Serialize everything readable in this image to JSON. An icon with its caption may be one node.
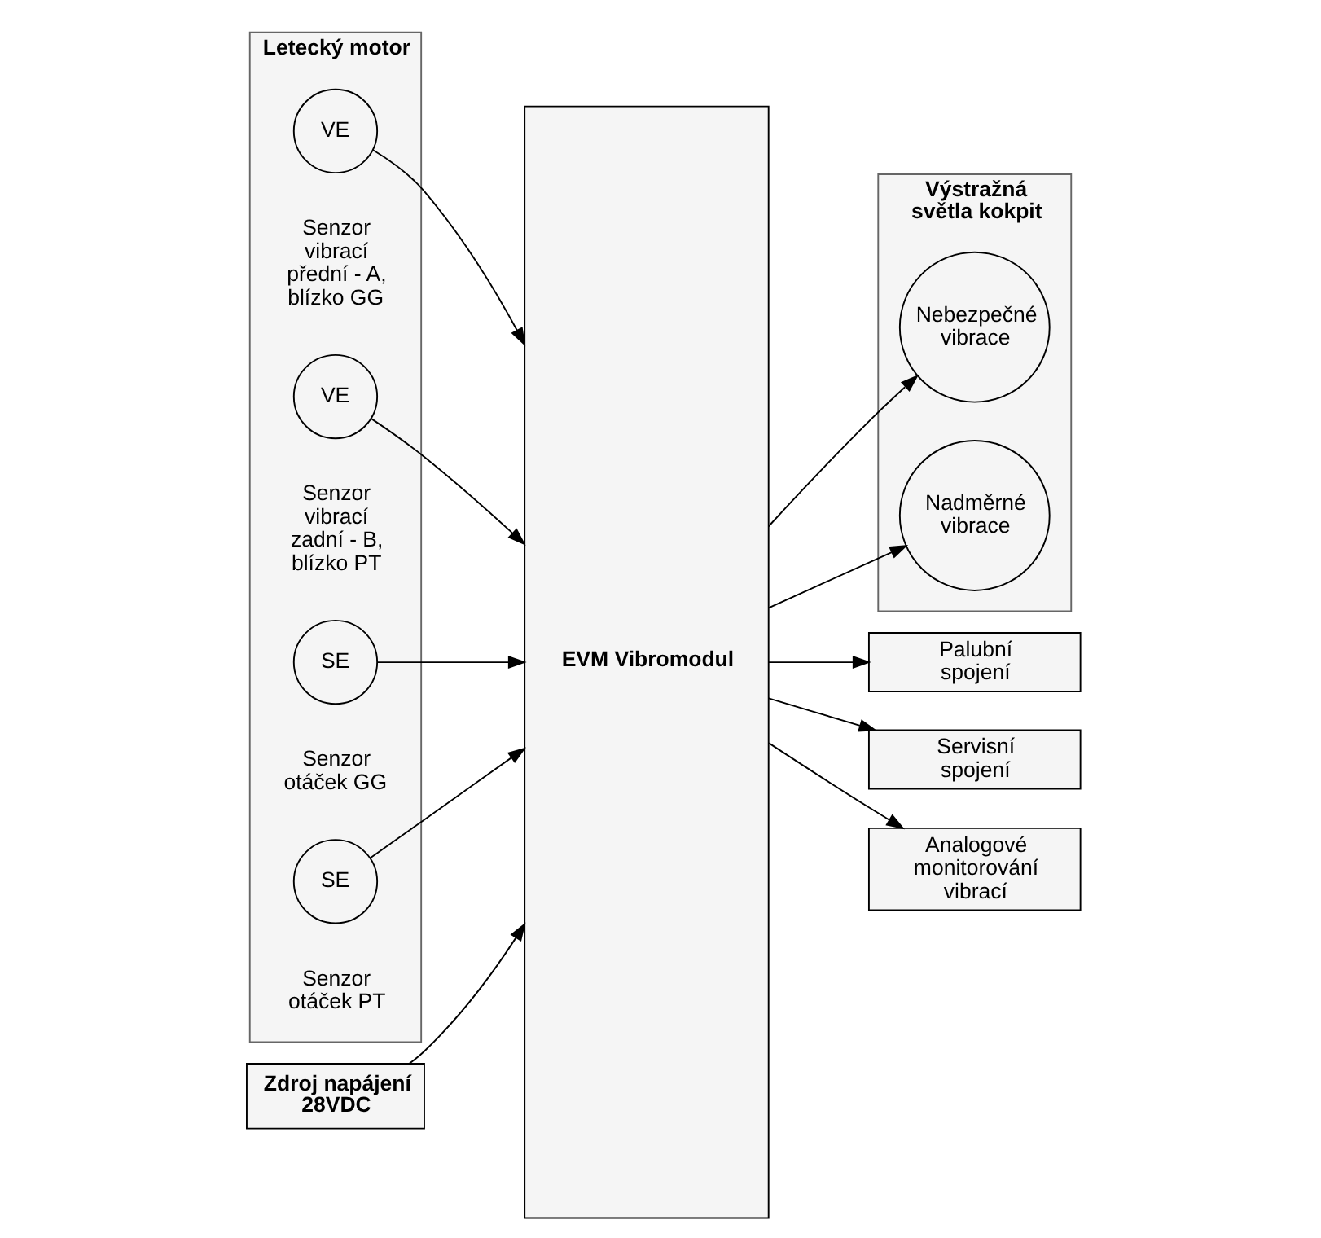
{
  "diagram": {
    "nodes": [
      {
        "text": [
          "Letecký motor"
        ]
      },
      {
        "text": [
          "VE"
        ],
        "in": 0,
        "beside": [
          "Senzor vibrací přední - A, blízko GG"
        ]
      },
      {
        "text": [
          "VE"
        ],
        "in": 0,
        "beside": [
          "Senzor vibrací zadní - B, blízko PT"
        ]
      },
      {
        "text": [
          "SE"
        ],
        "in": 0,
        "beside": [
          "Senzor otáček GG"
        ]
      },
      {
        "text": [
          "SE"
        ],
        "in": 0,
        "beside": [
          "Senzor otáček PT"
        ]
      },
      {
        "text": [
          "Zdroj napájení 28VDC"
        ]
      },
      {
        "text": [
          "EVM Vibromodul"
        ]
      },
      {
        "text": [
          "Výstražná světla kokpit"
        ]
      },
      {
        "text": [
          "Nebezpečné vibrace"
        ],
        "in": 7
      },
      {
        "text": [
          "Nadměrné vibrace"
        ],
        "in": 7
      },
      {
        "text": [
          "Palubní spojení"
        ]
      },
      {
        "text": [
          "Servisní spojení"
        ]
      },
      {
        "text": [
          "Analogové monitorování vibrací"
        ]
      }
    ],
    "edges": [
      {
        "from": 1,
        "to": 6,
        "arrow": "to"
      },
      {
        "from": 2,
        "to": 6,
        "arrow": "to"
      },
      {
        "from": 3,
        "to": 6,
        "arrow": "to"
      },
      {
        "from": 4,
        "to": 6,
        "arrow": "to"
      },
      {
        "from": 5,
        "to": 6,
        "arrow": "to"
      },
      {
        "from": 6,
        "to": 8,
        "arrow": "to"
      },
      {
        "from": 6,
        "to": 9,
        "arrow": "to"
      },
      {
        "from": 6,
        "to": 10,
        "arrow": "to"
      },
      {
        "from": 6,
        "to": 11,
        "arrow": "to"
      },
      {
        "from": 6,
        "to": 12,
        "arrow": "to"
      }
    ]
  }
}
